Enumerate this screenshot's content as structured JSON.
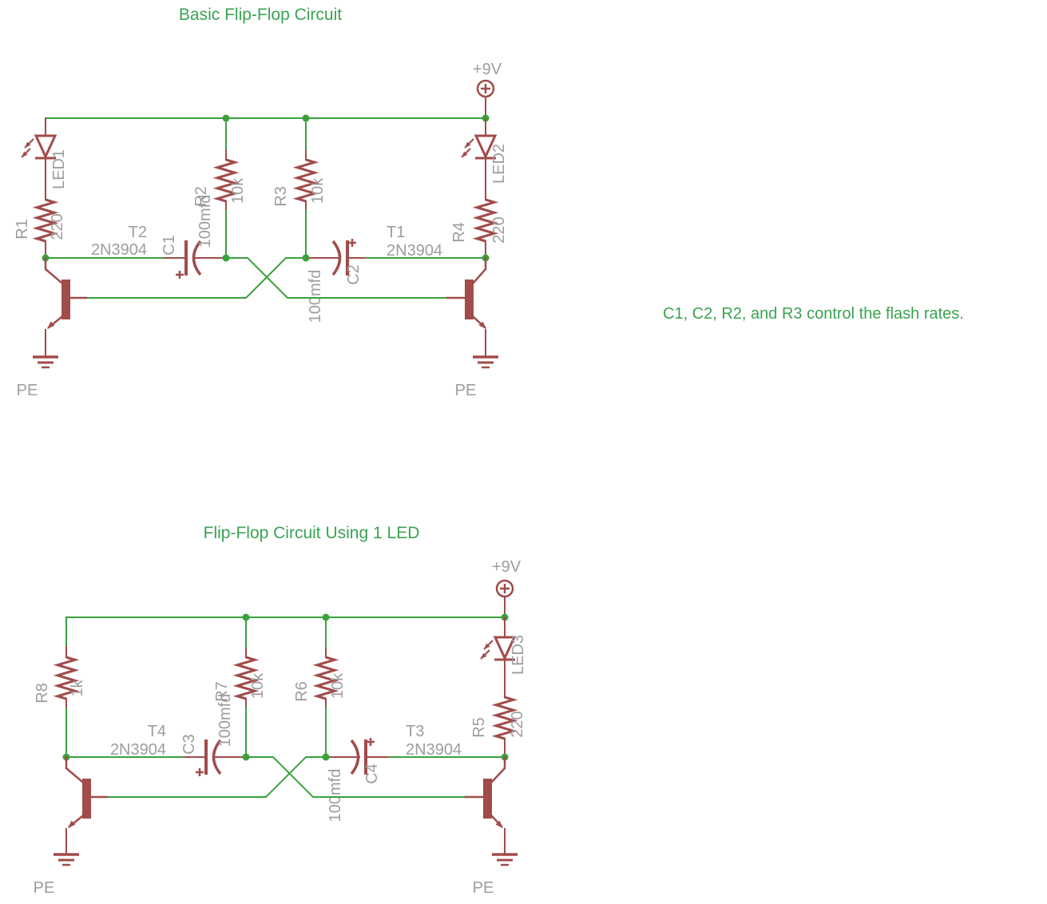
{
  "colors": {
    "wire_green": "#3aa23c",
    "component_red": "#a14b4b",
    "label_gray": "#9d9d9d",
    "text_green": "#3aa351",
    "background": "#ffffff"
  },
  "top_circuit": {
    "title": "Basic Flip-Flop Circuit",
    "supply_label": "+9V",
    "led1_label": "LED1",
    "led2_label": "LED2",
    "r1_name": "R1",
    "r1_value": "220",
    "r2_name": "R2",
    "r2_value": "10k",
    "r3_name": "R3",
    "r3_value": "10k",
    "r4_name": "R4",
    "r4_value": "220",
    "c1_name": "C1",
    "c1_value": "100mfd",
    "c2_name": "C2",
    "c2_value": "100mfd",
    "t2_name": "T2",
    "t2_part": "2N3904",
    "t1_name": "T1",
    "t1_part": "2N3904",
    "pe_left": "PE",
    "pe_right": "PE"
  },
  "annotation": "C1, C2, R2, and R3 control the flash rates.",
  "bottom_circuit": {
    "title": "Flip-Flop Circuit Using 1 LED",
    "supply_label": "+9V",
    "led3_label": "LED3",
    "r8_name": "R8",
    "r8_value": "1k",
    "r7_name": "R7",
    "r7_value": "10k",
    "r6_name": "R6",
    "r6_value": "10k",
    "r5_name": "R5",
    "r5_value": "220",
    "c3_name": "C3",
    "c3_value": "100mfd",
    "c4_name": "C4",
    "c4_value": "100mfd",
    "t4_name": "T4",
    "t4_part": "2N3904",
    "t3_name": "T3",
    "t3_part": "2N3904",
    "pe_left": "PE",
    "pe_right": "PE"
  }
}
